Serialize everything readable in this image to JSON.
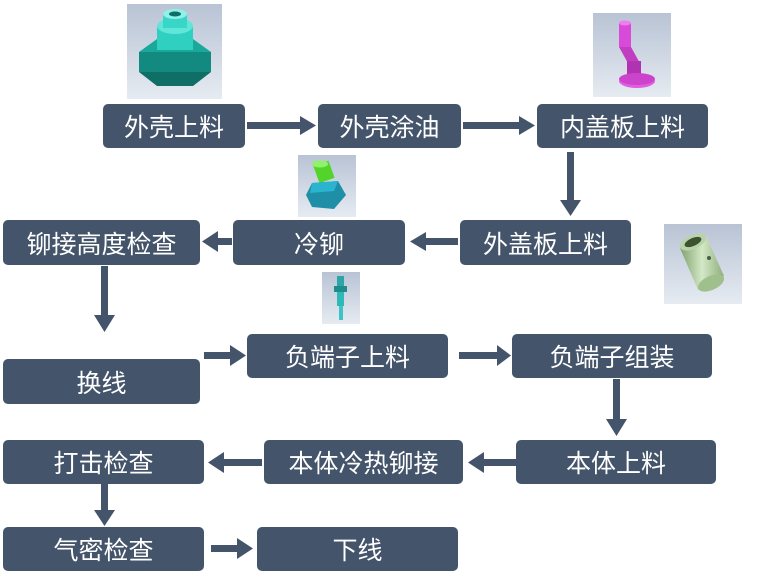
{
  "flow": {
    "steps": {
      "shell_load": "外壳上料",
      "shell_oil": "外壳涂油",
      "inner_cover_load": "内盖板上料",
      "outer_cover_load": "外盖板上料",
      "cold_rivet": "冷铆",
      "rivet_height_check": "铆接高度检查",
      "line_change": "换线",
      "neg_terminal_load": "负端子上料",
      "neg_terminal_assembly": "负端子组装",
      "body_load": "本体上料",
      "body_hot_cold_rivet": "本体冷热铆接",
      "strike_check": "打击检查",
      "airtight_check": "气密检查",
      "offline": "下线"
    }
  },
  "colors": {
    "box_fill": "#44546a",
    "box_text": "#ffffff",
    "arrow": "#44546a"
  },
  "thumbnails": [
    {
      "name": "shell-part-icon",
      "color": "#2ec4b6"
    },
    {
      "name": "inner-cover-part-icon",
      "color": "#c93cc9"
    },
    {
      "name": "outer-cover-part-icon",
      "color": "#46c41e"
    },
    {
      "name": "neg-terminal-part-icon",
      "color": "#2aa6a6"
    },
    {
      "name": "body-part-icon",
      "color": "#9fbf8c"
    }
  ]
}
